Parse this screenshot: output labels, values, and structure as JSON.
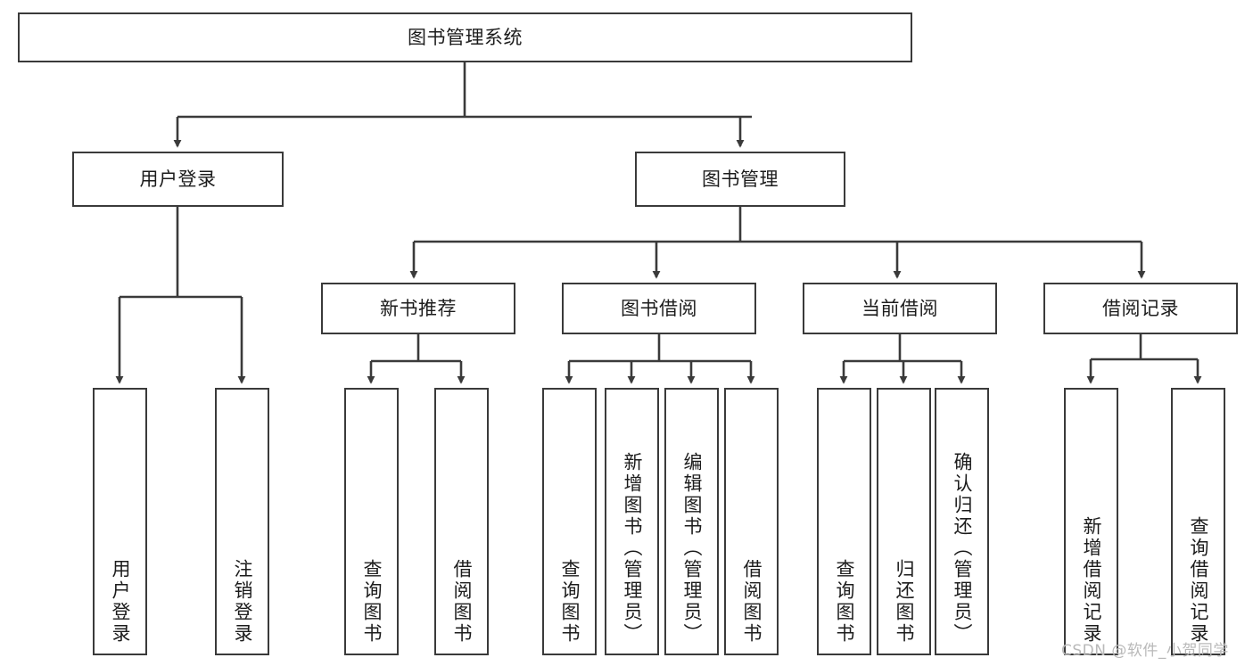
{
  "diagram": {
    "title": "图书管理系统",
    "type": "tree-hierarchy-chart",
    "root": {
      "id": "root",
      "label": "图书管理系统"
    },
    "level1": [
      {
        "id": "user-login",
        "label": "用户登录"
      },
      {
        "id": "book-manage",
        "label": "图书管理"
      }
    ],
    "level2": [
      {
        "id": "new-book-rec",
        "label": "新书推荐",
        "parent": "book-manage"
      },
      {
        "id": "book-borrow",
        "label": "图书借阅",
        "parent": "book-manage"
      },
      {
        "id": "current-borrow",
        "label": "当前借阅",
        "parent": "book-manage"
      },
      {
        "id": "borrow-record",
        "label": "借阅记录",
        "parent": "book-manage"
      }
    ],
    "leaves": [
      {
        "id": "leaf-user-login",
        "label": "用户登录",
        "parent": "user-login"
      },
      {
        "id": "leaf-logout",
        "label": "注销登录",
        "parent": "user-login"
      },
      {
        "id": "leaf-query-book-1",
        "label": "查询图书",
        "parent": "new-book-rec"
      },
      {
        "id": "leaf-borrow-book-1",
        "label": "借阅图书",
        "parent": "new-book-rec"
      },
      {
        "id": "leaf-query-book-2",
        "label": "查询图书",
        "parent": "book-borrow"
      },
      {
        "id": "leaf-add-book",
        "label": "新增图书（管理员）",
        "parent": "book-borrow"
      },
      {
        "id": "leaf-edit-book",
        "label": "编辑图书（管理员）",
        "parent": "book-borrow"
      },
      {
        "id": "leaf-borrow-book-2",
        "label": "借阅图书",
        "parent": "book-borrow"
      },
      {
        "id": "leaf-query-book-3",
        "label": "查询图书",
        "parent": "current-borrow"
      },
      {
        "id": "leaf-return-book",
        "label": "归还图书",
        "parent": "current-borrow"
      },
      {
        "id": "leaf-confirm-return",
        "label": "确认归还（管理员）",
        "parent": "current-borrow"
      },
      {
        "id": "leaf-add-record",
        "label": "新增借阅记录",
        "parent": "borrow-record"
      },
      {
        "id": "leaf-query-record",
        "label": "查询借阅记录",
        "parent": "borrow-record"
      }
    ]
  },
  "style": {
    "background": "#ffffff",
    "node_fill": "#ffffff",
    "node_border": "#3a3a3a",
    "edge_color": "#3a3a3a",
    "text_color": "#1c1c1c",
    "watermark_color": "#b9b9b9"
  },
  "watermark": {
    "text": "CSDN @软件_小贺同学"
  }
}
